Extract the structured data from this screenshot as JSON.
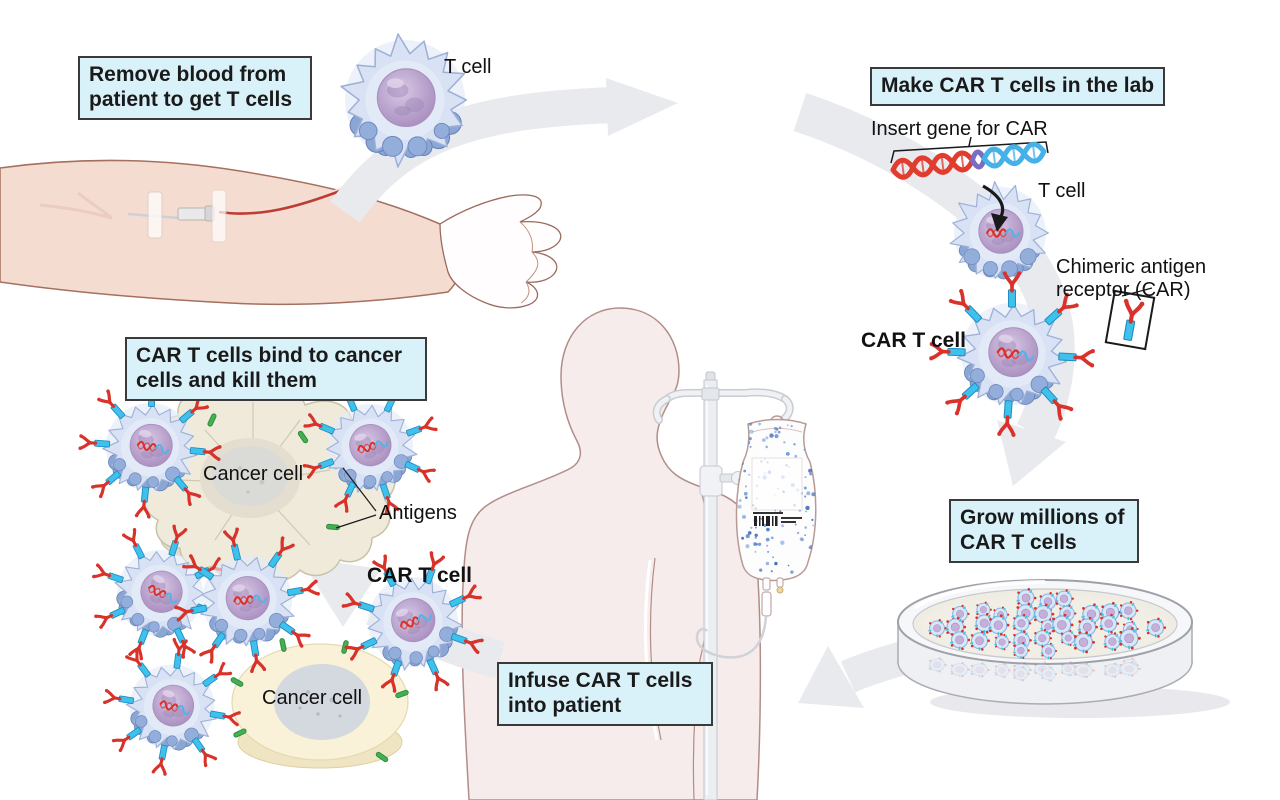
{
  "title": "CAR T-cell therapy process diagram",
  "boxes": {
    "remove_blood": "Remove blood from patient to get T cells",
    "make_car": "Make CAR T cells in the lab",
    "grow": "Grow millions of CAR T cells",
    "infuse": "Infuse CAR T cells into patient",
    "bind_kill": "CAR T cells bind to cancer cells and kill them"
  },
  "annotations": {
    "t_cell_top": "T cell",
    "insert_gene": "Insert gene for CAR",
    "t_cell_lab": "T cell",
    "chimeric": "Chimeric antigen receptor (CAR)",
    "car_t_cell": "CAR T cell",
    "cancer_cell_attacked": "Cancer cell",
    "antigens": "Antigens",
    "car_t_cell_bottom": "CAR T cell",
    "cancer_cell_intact": "Cancer cell"
  },
  "colors": {
    "label_box_bg": "#d9f1f9",
    "label_box_border": "#3a3a3a",
    "process_arrow": "#e8eaee",
    "t_cell_body": "#d8e2f4",
    "t_cell_ruffle": "#8aa6d4",
    "nucleus": "#b9a0cf",
    "receptor_stalk": "#3ec1ec",
    "receptor_head": "#d8322a",
    "dna_red": "#d8322a",
    "dna_blue": "#56b3e6",
    "antigen_green": "#43b052",
    "cancer_cell_attacked": "#efeada",
    "cancer_cell_intact": "#f9f2d8",
    "skin": "#f5dcd1",
    "patient_body": "#f6eceb"
  }
}
